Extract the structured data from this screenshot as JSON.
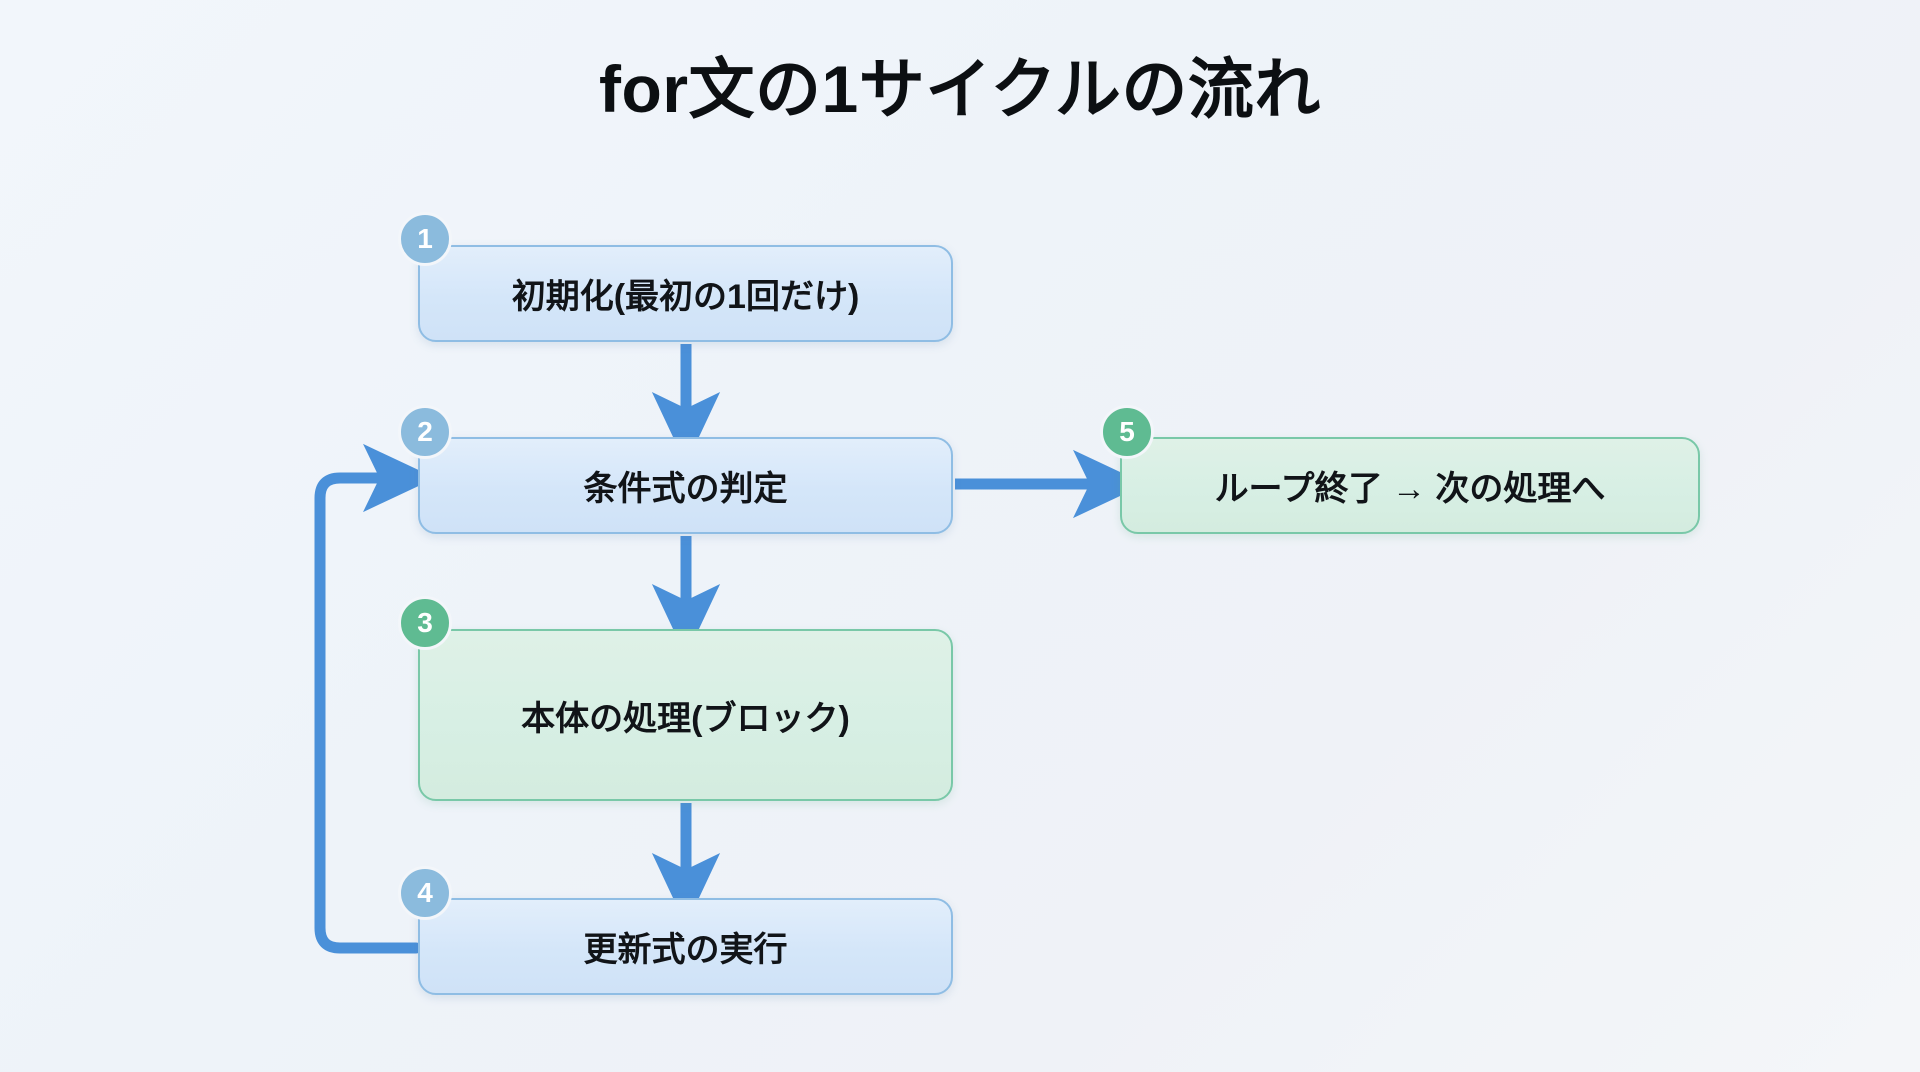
{
  "title": "for文の1サイクルの流れ",
  "colors": {
    "background": "#f1f5fa",
    "blue_box_fill": "#d6e7f9",
    "blue_box_border": "#8fbde4",
    "green_box_fill": "#d8efe4",
    "green_box_border": "#79c8a8",
    "blue_badge": "#8bbbdd",
    "green_badge": "#5fbb92",
    "arrow": "#4a90d9",
    "title_text": "#0c0f12",
    "body_text": "#111418"
  },
  "chart_data": {
    "type": "diagram",
    "title": "for文の1サイクルの流れ",
    "nodes": [
      {
        "id": "1",
        "badge": "1",
        "label": "初期化(最初の1回だけ)",
        "color": "blue"
      },
      {
        "id": "2",
        "badge": "2",
        "label": "条件式の判定",
        "color": "blue"
      },
      {
        "id": "3",
        "badge": "3",
        "label": "本体の処理(ブロック)",
        "color": "green"
      },
      {
        "id": "4",
        "badge": "4",
        "label": "更新式の実行",
        "color": "blue"
      },
      {
        "id": "5",
        "badge": "5",
        "label": "ループ終了 → 次の処理へ",
        "color": "green"
      }
    ],
    "edges": [
      {
        "from": "1",
        "to": "2",
        "direction": "down",
        "label": ""
      },
      {
        "from": "2",
        "to": "3",
        "direction": "down",
        "label": ""
      },
      {
        "from": "3",
        "to": "4",
        "direction": "down",
        "label": ""
      },
      {
        "from": "2",
        "to": "5",
        "direction": "right",
        "label": ""
      },
      {
        "from": "4",
        "to": "2",
        "direction": "loop-left",
        "label": ""
      }
    ]
  },
  "nodes": {
    "n1": {
      "badge": "1",
      "label": "初期化(最初の1回だけ)"
    },
    "n2": {
      "badge": "2",
      "label": "条件式の判定"
    },
    "n3": {
      "badge": "3",
      "label": "本体の処理(ブロック)"
    },
    "n4": {
      "badge": "4",
      "label": "更新式の実行"
    },
    "n5": {
      "badge": "5",
      "label": "ループ終了 → 次の処理へ"
    }
  }
}
